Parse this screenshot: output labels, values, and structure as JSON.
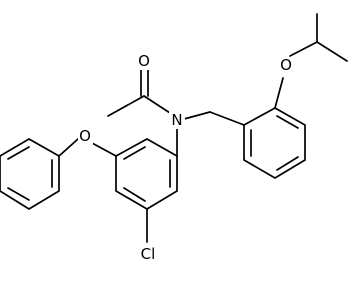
{
  "atom_labels": {
    "oxygen_carbonyl": "O",
    "nitrogen": "N",
    "oxygen_phenoxy": "O",
    "oxygen_isopropoxy": "O",
    "chlorine": "Cl"
  },
  "colors": {
    "bond": "#000000",
    "label": "#000000",
    "background": "#ffffff"
  }
}
